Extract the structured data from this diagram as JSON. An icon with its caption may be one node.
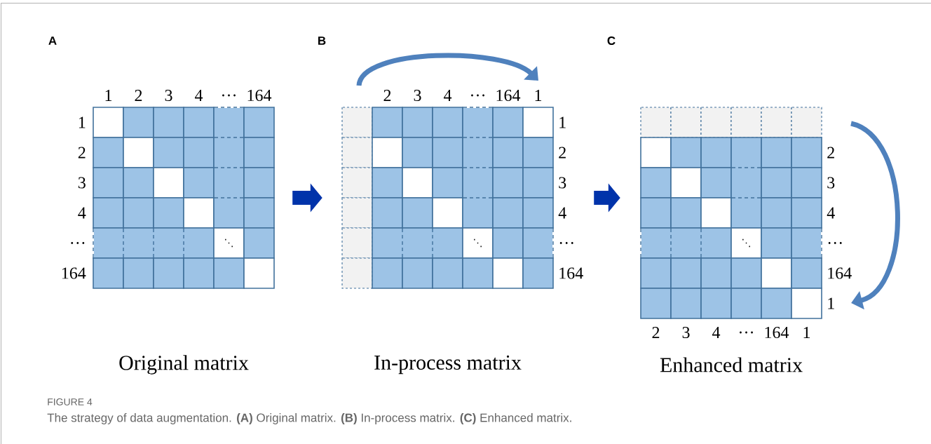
{
  "diagram": {
    "title": "FIGURE 4",
    "caption": "The strategy of data augmentation. **(A)** Original matrix. **(B)** In-process matrix. **(C)** Enhanced matrix.",
    "nodes": [
      {
        "text": [
          "Original matrix"
        ],
        "beside": [
          "1",
          "2",
          "3",
          "4",
          "…",
          "164",
          "1",
          "2",
          "3",
          "4",
          "…",
          "164"
        ]
      },
      {
        "text": [
          "In-process matrix"
        ],
        "beside": [
          "2",
          "3",
          "4",
          "…",
          "164",
          "1",
          "1",
          "2",
          "3",
          "4",
          "…",
          "164"
        ]
      },
      {
        "text": [
          "2",
          "3",
          "4",
          "…",
          "164",
          "1",
          "Enhanced matrix"
        ],
        "beside": [
          "2",
          "3",
          "4",
          "…",
          "164",
          "1"
        ]
      }
    ],
    "edges": [
      {
        "from": 0,
        "to": 1,
        "arrow": "to"
      },
      {
        "from": 1,
        "to": 2,
        "arrow": "to"
      }
    ],
    "labels": [
      "A",
      "B",
      "C",
      "⋱",
      "⋱",
      "⋱"
    ]
  }
}
